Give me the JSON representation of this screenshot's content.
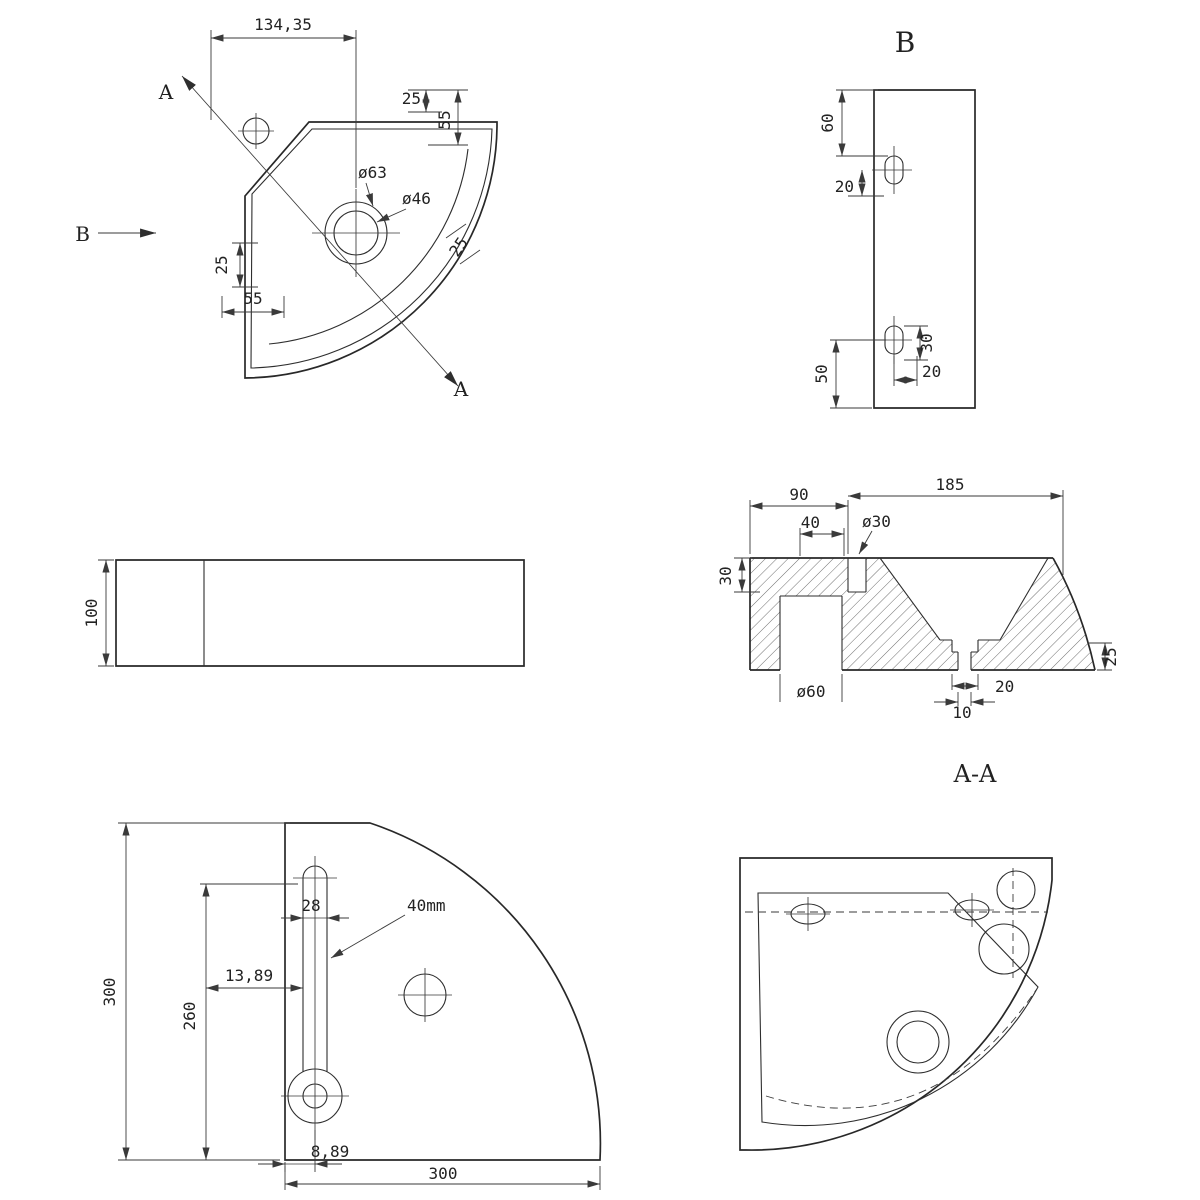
{
  "drawing": {
    "type": "technical-drawing",
    "subject": "corner wash basin",
    "ink_color": "#2e2e2e",
    "background_color": "#ffffff"
  },
  "views": {
    "top": {
      "dim_width": "134,35",
      "dim_25_top": "25",
      "dim_55_top": "55",
      "dia_outer": "ø63",
      "dia_inner": "ø46",
      "dim_25_left": "25",
      "dim_55_left": "55",
      "dim_25_rim": "25",
      "section_label_start": "A",
      "section_label_end": "A",
      "view_arrow_label": "B"
    },
    "side_b": {
      "title": "B",
      "dim_60": "60",
      "dim_20_top": "20",
      "dim_30": "30",
      "dim_20_bottom": "20",
      "dim_50": "50"
    },
    "front": {
      "dim_100": "100"
    },
    "section": {
      "title": "A-A",
      "dim_90": "90",
      "dim_185": "185",
      "dim_40": "40",
      "dia_30": "ø30",
      "dim_30": "30",
      "dia_60": "ø60",
      "dim_20": "20",
      "dim_10": "10",
      "dim_25": "25"
    },
    "bottom": {
      "dim_300_left": "300",
      "dim_260": "260",
      "dim_28": "28",
      "dim_40mm": "40mm",
      "dim_13_89": "13,89",
      "dim_8_89": "8,89",
      "dim_300_bottom": "300"
    }
  }
}
